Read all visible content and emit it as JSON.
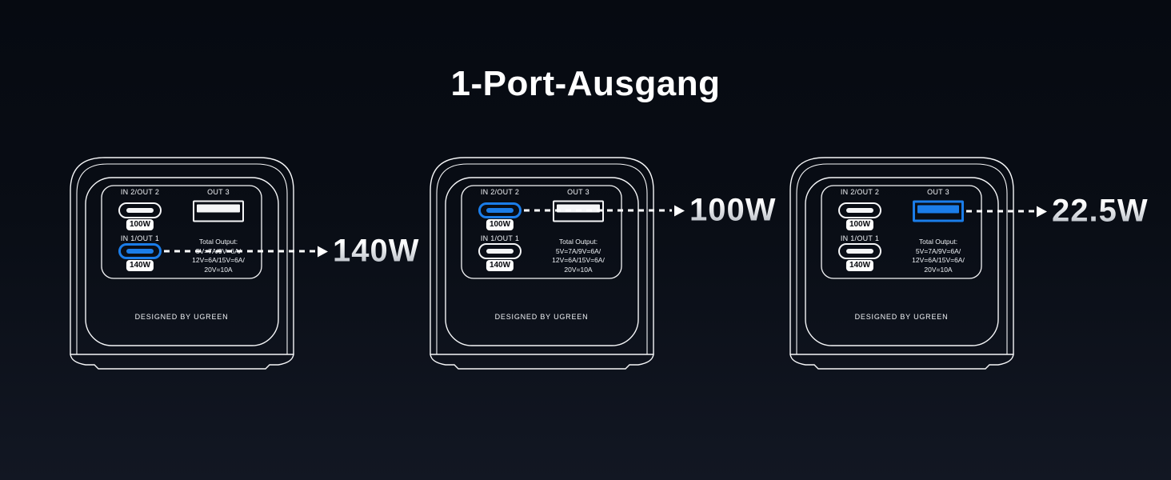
{
  "page": {
    "title": "1-Port-Ausgang"
  },
  "colors": {
    "background_top": "#060a11",
    "background_bottom": "#121723",
    "outline": "#f5f6f8",
    "accent_blue": "#1b7de9"
  },
  "device_face": {
    "port_usbc_top": {
      "label": "IN 2/OUT 2",
      "badge": "100W"
    },
    "port_usba": {
      "label": "OUT 3"
    },
    "port_usbc_bottom": {
      "label": "IN 1/OUT 1",
      "badge": "140W"
    },
    "total_output_lines": [
      "Total Output:",
      "5V=7A/9V=6A/",
      "12V=6A/15V=6A/",
      "20V=10A"
    ],
    "footer": "DESIGNED BY UGREEN"
  },
  "callouts": [
    {
      "value": "140W",
      "highlight_port": "usbc-bottom"
    },
    {
      "value": "100W",
      "highlight_port": "usbc-top"
    },
    {
      "value": "22.5W",
      "highlight_port": "usba"
    }
  ]
}
